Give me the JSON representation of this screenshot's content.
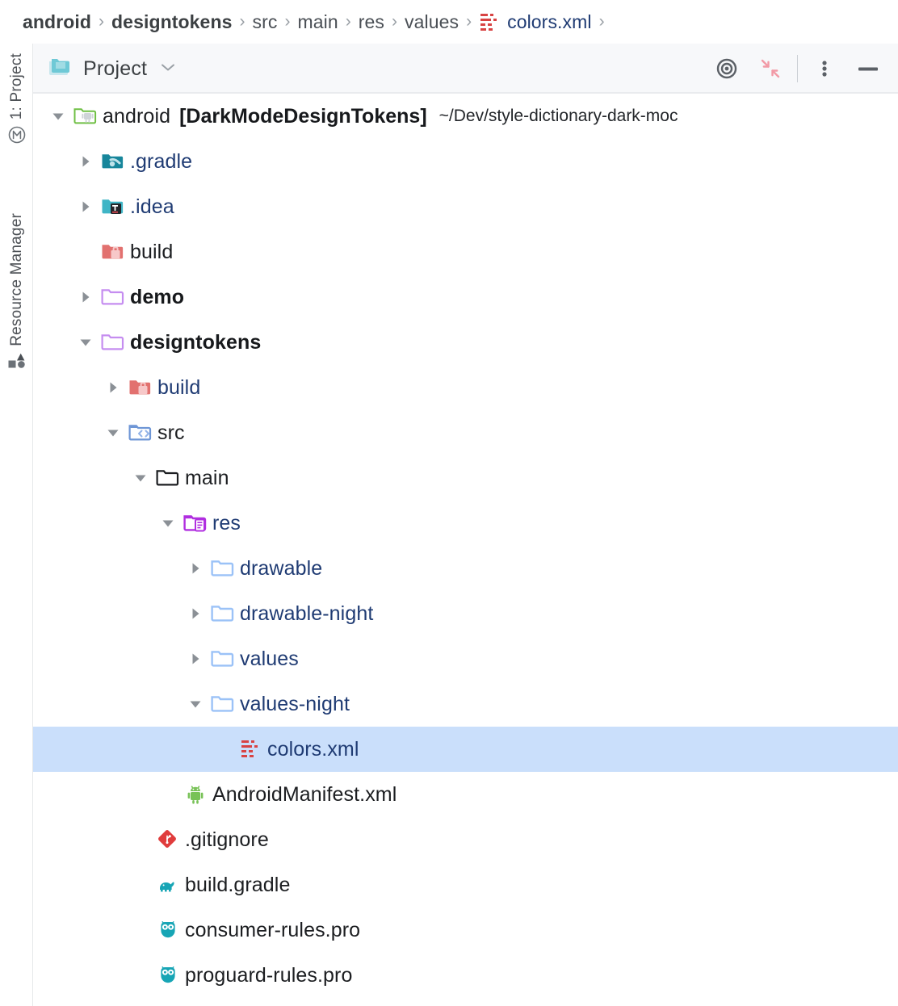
{
  "breadcrumb": {
    "name": "breadcrumb",
    "items": [
      {
        "label": "android",
        "style": "bold",
        "icon": ""
      },
      {
        "label": "designtokens",
        "style": "bold",
        "icon": ""
      },
      {
        "label": "src",
        "style": "plain",
        "icon": ""
      },
      {
        "label": "main",
        "style": "plain",
        "icon": ""
      },
      {
        "label": "res",
        "style": "plain",
        "icon": ""
      },
      {
        "label": "values",
        "style": "plain",
        "icon": ""
      },
      {
        "label": "colors.xml",
        "style": "link",
        "icon": "xml-file-icon"
      }
    ],
    "separator": "›"
  },
  "toolstrip": {
    "buttons": [
      {
        "label": "1: Project",
        "icon": "project-structure-icon"
      },
      {
        "label": "Resource Manager",
        "icon": "resource-manager-icon"
      }
    ]
  },
  "panel_toolbar": {
    "title": "Project",
    "folder_icon": "project-folder-icon",
    "caret_icon": "chevron-down-icon",
    "actions": [
      {
        "name": "select-opened-file-icon",
        "title": "Select Opened File"
      },
      {
        "name": "collapse-all-icon",
        "title": "Collapse All"
      },
      {
        "name": "options-menu-icon",
        "title": "Options"
      },
      {
        "name": "hide-panel-icon",
        "title": "Hide"
      }
    ]
  },
  "tree": {
    "rows": [
      {
        "depth": 0,
        "twisty": "down",
        "icon": "android-module-folder-icon",
        "label": "android",
        "module": "[DarkModeDesignTokens]",
        "path": "~/Dev/style-dictionary-dark-moc",
        "style": "plain",
        "selected": false
      },
      {
        "depth": 1,
        "twisty": "right",
        "icon": "gradle-folder-icon",
        "label": ".gradle",
        "style": "navy",
        "selected": false
      },
      {
        "depth": 1,
        "twisty": "right",
        "icon": "idea-folder-icon",
        "label": ".idea",
        "style": "navy",
        "selected": false
      },
      {
        "depth": 1,
        "twisty": "none",
        "icon": "build-folder-icon",
        "label": "build",
        "style": "plain",
        "selected": false
      },
      {
        "depth": 1,
        "twisty": "right",
        "icon": "module-folder-icon",
        "label": "demo",
        "style": "bold",
        "selected": false
      },
      {
        "depth": 1,
        "twisty": "down",
        "icon": "module-folder-icon",
        "label": "designtokens",
        "style": "bold",
        "selected": false
      },
      {
        "depth": 2,
        "twisty": "right",
        "icon": "build-folder-icon",
        "label": "build",
        "style": "navy",
        "selected": false
      },
      {
        "depth": 2,
        "twisty": "down",
        "icon": "source-folder-icon",
        "label": "src",
        "style": "plain",
        "selected": false
      },
      {
        "depth": 3,
        "twisty": "down",
        "icon": "plain-folder-icon",
        "label": "main",
        "style": "plain",
        "selected": false
      },
      {
        "depth": 4,
        "twisty": "down",
        "icon": "res-folder-icon",
        "label": "res",
        "style": "navy",
        "selected": false
      },
      {
        "depth": 5,
        "twisty": "right",
        "icon": "blue-folder-icon",
        "label": "drawable",
        "style": "navy",
        "selected": false
      },
      {
        "depth": 5,
        "twisty": "right",
        "icon": "blue-folder-icon",
        "label": "drawable-night",
        "style": "navy",
        "selected": false
      },
      {
        "depth": 5,
        "twisty": "right",
        "icon": "blue-folder-icon",
        "label": "values",
        "style": "navy",
        "selected": false
      },
      {
        "depth": 5,
        "twisty": "down",
        "icon": "blue-folder-icon",
        "label": "values-night",
        "style": "navy",
        "selected": false
      },
      {
        "depth": 6,
        "twisty": "none",
        "icon": "xml-file-icon",
        "label": "colors.xml",
        "style": "navy",
        "selected": true
      },
      {
        "depth": 4,
        "twisty": "none",
        "icon": "android-manifest-icon",
        "label": "AndroidManifest.xml",
        "style": "plain",
        "selected": false
      },
      {
        "depth": 3,
        "twisty": "none",
        "icon": "git-icon",
        "label": ".gitignore",
        "style": "plain",
        "selected": false
      },
      {
        "depth": 3,
        "twisty": "none",
        "icon": "gradle-file-icon",
        "label": "build.gradle",
        "style": "plain",
        "selected": false
      },
      {
        "depth": 3,
        "twisty": "none",
        "icon": "proguard-icon",
        "label": "consumer-rules.pro",
        "style": "plain",
        "selected": false
      },
      {
        "depth": 3,
        "twisty": "none",
        "icon": "proguard-icon",
        "label": "proguard-rules.pro",
        "style": "plain",
        "selected": false
      }
    ]
  },
  "colors": {
    "selection_bg": "#cadffb",
    "toolbar_bg": "#f7f8fa",
    "navy_text": "#1f3b73",
    "xml_red": "#d84343",
    "module_purple": "#c58df0",
    "blue_folder": "#9bc2f7",
    "teal": "#17a5b5",
    "android_green": "#78c257"
  }
}
